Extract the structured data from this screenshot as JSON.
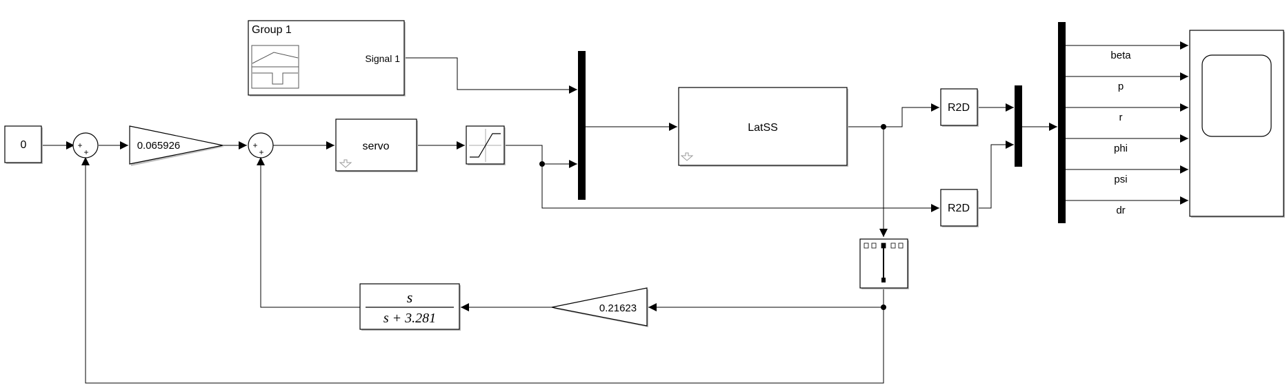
{
  "blocks": {
    "constant": {
      "value": "0"
    },
    "signal_builder": {
      "group": "Group 1",
      "signal": "Signal 1"
    },
    "gain1": {
      "value": "0.065926"
    },
    "gain2": {
      "value": "0.21623"
    },
    "servo": {
      "label": "servo"
    },
    "latss": {
      "label": "LatSS"
    },
    "r2d": {
      "label": "R2D"
    },
    "transfer_fcn": {
      "numerator": "s",
      "denominator": "s + 3.281"
    },
    "sum": {
      "sign": "+"
    }
  },
  "signals": {
    "outputs": [
      "beta",
      "p",
      "r",
      "phi",
      "psi",
      "dr"
    ]
  }
}
